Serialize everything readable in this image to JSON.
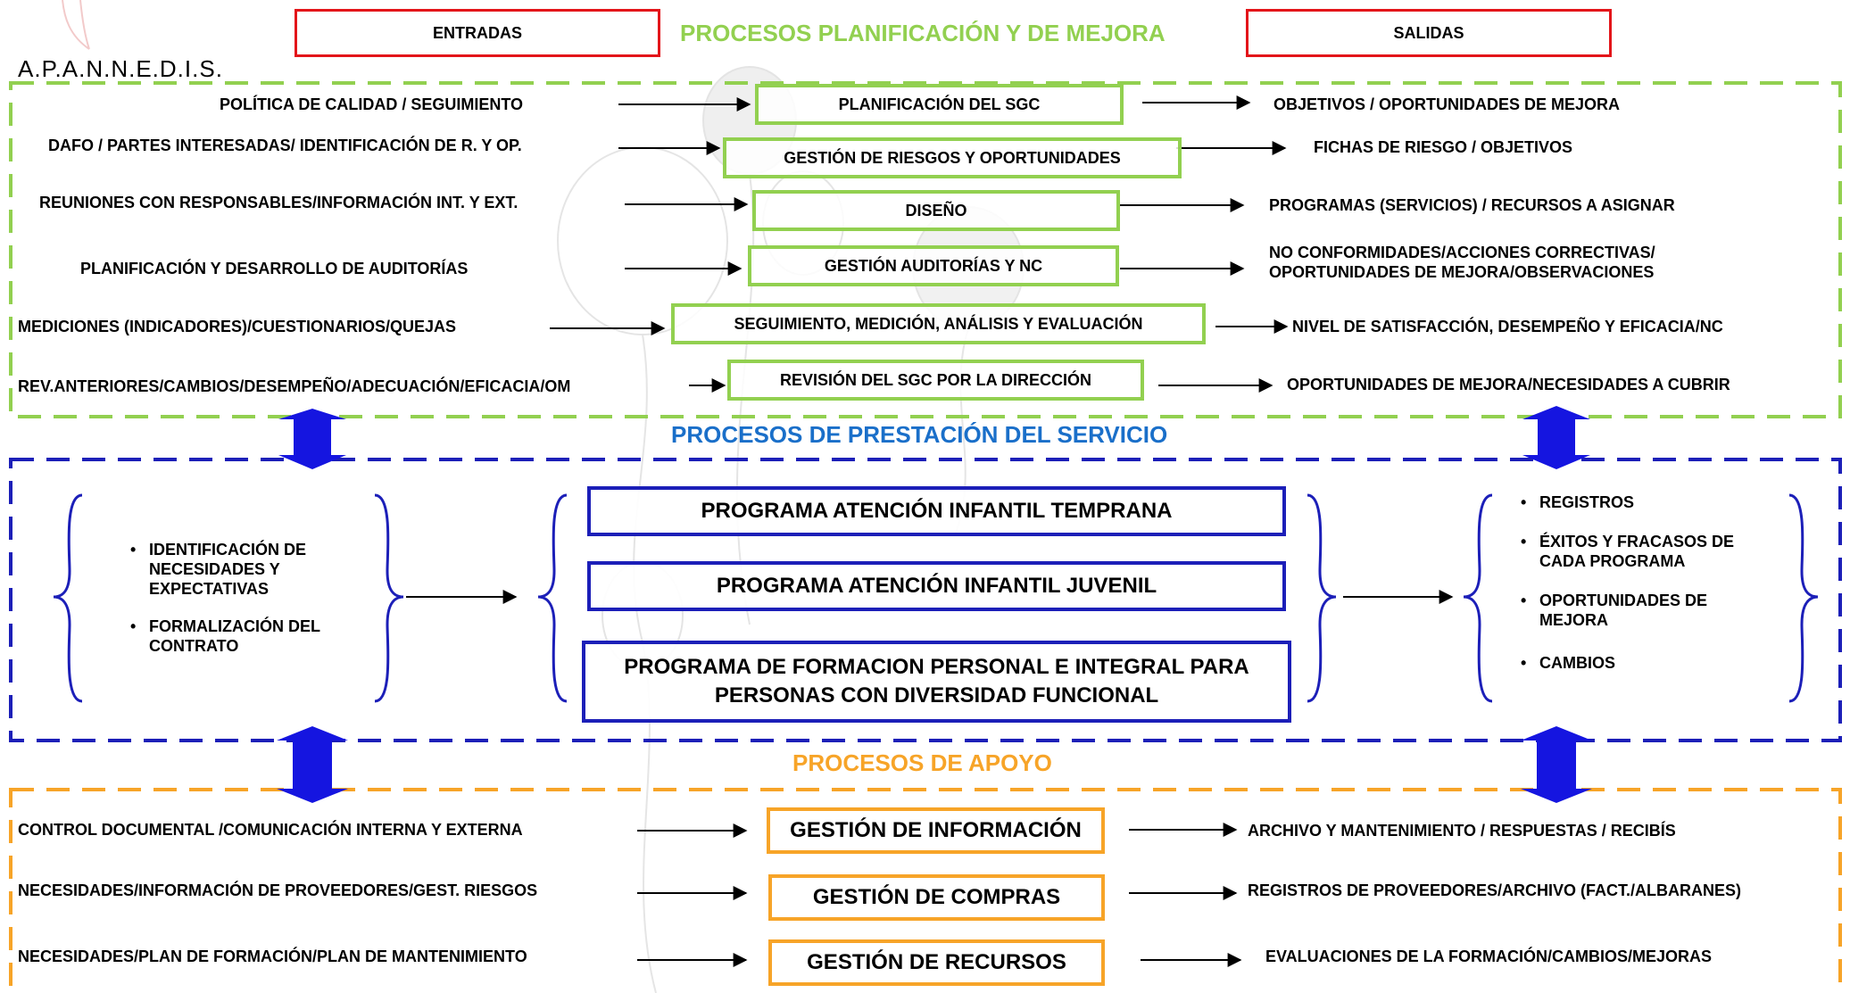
{
  "header": {
    "entradas": "ENTRADAS",
    "salidas": "SALIDAS",
    "org_name": "A.P.A.N.N.E.D.I.S."
  },
  "planificacion": {
    "title": "PROCESOS PLANIFICACIÓN Y DE MEJORA",
    "rows": [
      {
        "input": "POLÍTICA DE CALIDAD / SEGUIMIENTO",
        "process": "PLANIFICACIÓN DEL SGC",
        "output": "OBJETIVOS / OPORTUNIDADES DE MEJORA"
      },
      {
        "input": "DAFO / PARTES INTERESADAS/ IDENTIFICACIÓN DE R. Y OP.",
        "process": "GESTIÓN DE RIESGOS Y OPORTUNIDADES",
        "output": "FICHAS DE RIESGO / OBJETIVOS"
      },
      {
        "input": "REUNIONES CON RESPONSABLES/INFORMACIÓN INT. Y EXT.",
        "process": "DISEÑO",
        "output": "PROGRAMAS (SERVICIOS) / RECURSOS A ASIGNAR"
      },
      {
        "input": "PLANIFICACIÓN Y DESARROLLO DE AUDITORÍAS",
        "process": "GESTIÓN AUDITORÍAS Y NC",
        "output_line1": "NO CONFORMIDADES/ACCIONES CORRECTIVAS/",
        "output_line2": "OPORTUNIDADES DE MEJORA/OBSERVACIONES"
      },
      {
        "input": "MEDICIONES (INDICADORES)/CUESTIONARIOS/QUEJAS",
        "process": "SEGUIMIENTO, MEDICIÓN, ANÁLISIS Y EVALUACIÓN",
        "output": "NIVEL DE SATISFACCIÓN, DESEMPEÑO Y EFICACIA/NC"
      },
      {
        "input": "REV.ANTERIORES/CAMBIOS/DESEMPEÑO/ADECUACIÓN/EFICACIA/OM",
        "process": "REVISIÓN DEL SGC POR LA DIRECCIÓN",
        "output": "OPORTUNIDADES DE MEJORA/NECESIDADES A CUBRIR"
      }
    ]
  },
  "prestacion": {
    "title": "PROCESOS DE PRESTACIÓN DEL SERVICIO",
    "inputs": [
      "IDENTIFICACIÓN DE NECESIDADES Y EXPECTATIVAS",
      "FORMALIZACIÓN DEL CONTRATO"
    ],
    "programs": [
      "PROGRAMA ATENCIÓN INFANTIL TEMPRANA",
      "PROGRAMA ATENCIÓN INFANTIL JUVENIL",
      "PROGRAMA DE FORMACION PERSONAL E INTEGRAL PARA PERSONAS CON DIVERSIDAD FUNCIONAL"
    ],
    "outputs": [
      "REGISTROS",
      "ÉXITOS Y FRACASOS DE CADA PROGRAMA",
      "OPORTUNIDADES DE MEJORA",
      "CAMBIOS"
    ]
  },
  "apoyo": {
    "title": "PROCESOS DE APOYO",
    "rows": [
      {
        "input": "CONTROL DOCUMENTAL /COMUNICACIÓN INTERNA Y EXTERNA",
        "process": "GESTIÓN DE INFORMACIÓN",
        "output": "ARCHIVO Y MANTENIMIENTO / RESPUESTAS / RECIBÍS"
      },
      {
        "input": "NECESIDADES/INFORMACIÓN DE PROVEEDORES/GEST. RIESGOS",
        "process": "GESTIÓN DE COMPRAS",
        "output": "REGISTROS DE PROVEEDORES/ARCHIVO (FACT./ALBARANES)"
      },
      {
        "input": "NECESIDADES/PLAN DE FORMACIÓN/PLAN DE MANTENIMIENTO",
        "process": "GESTIÓN DE RECURSOS",
        "output": "EVALUACIONES DE LA FORMACIÓN/CAMBIOS/MEJORAS"
      }
    ]
  },
  "colors": {
    "planificacion": "#92d050",
    "prestacion": "#1c1fb8",
    "apoyo": "#f7a428",
    "header_boxes": "#e3151a",
    "title_blue": "#1a6fc9"
  }
}
